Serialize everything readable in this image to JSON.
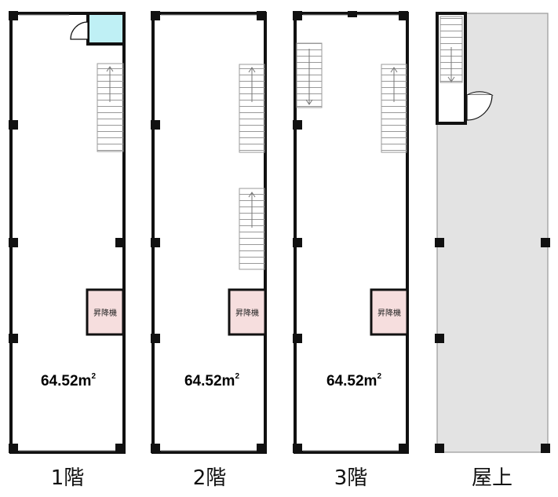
{
  "floors": [
    {
      "label": "1階",
      "area_value": "64.52",
      "area_unit": "m",
      "area_exp": "2",
      "elevator": "昇降機"
    },
    {
      "label": "2階",
      "area_value": "64.52",
      "area_unit": "m",
      "area_exp": "2",
      "elevator": "昇降機"
    },
    {
      "label": "3階",
      "area_value": "64.52",
      "area_unit": "m",
      "area_exp": "2",
      "elevator": "昇降機"
    },
    {
      "label": "屋上"
    }
  ],
  "colors": {
    "wall": "#111111",
    "stair_line": "#9a9a9a",
    "elevator_fill": "#f6dede",
    "utility_fill": "#bff0f5",
    "roof_fill": "#e3e3e3"
  }
}
